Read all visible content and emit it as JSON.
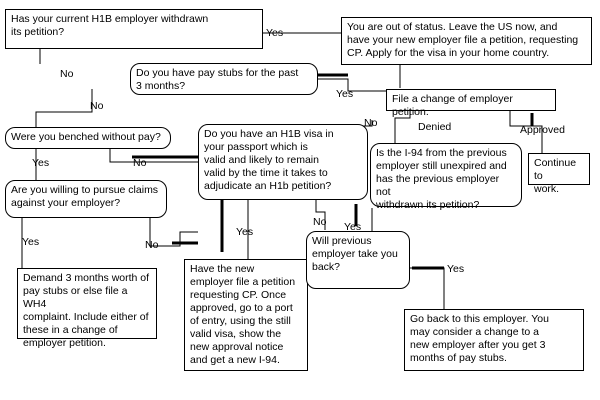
{
  "nodes": {
    "q_withdrawn": "Has your current H1B employer withdrawn\nits petition?",
    "out_of_status": "You are out of status. Leave the US now, and\nhave your new employer file a petition, requesting\nCP. Apply for the visa in your home country.",
    "q_pay_stubs": "Do you have pay stubs for the past\n3 months?",
    "file_change": "File a change of employer petition.",
    "q_benched": "Were you benched without pay?",
    "q_h1b_visa": "Do you have an H1B visa in\nyour passport which is\nvalid and likely to remain\nvalid by the time it takes to\nadjudicate an H1b petition?",
    "q_i94": "Is the I-94 from the previous\nemployer still unexpired and\nhas the previous employer not\nwithdrawn its petition?",
    "continue_work": "Continue to\nwork.",
    "q_claims": "Are you willing to pursue claims\nagainst your employer?",
    "demand_stubs": "Demand 3 months worth of\npay stubs or else file a WH4\ncomplaint. Include either of\nthese in a change of\nemployer petition.",
    "new_employer_cp": "Have the new\nemployer file a petition\nrequesting CP. Once\napproved, go to a port\nof entry, using the still\nvalid visa, show the\nnew approval notice\nand get a new I-94.",
    "q_take_back": "Will previous\nemployer take you\nback?",
    "go_back": "Go back to this employer. You\nmay consider a change to a\nnew employer after you get 3\nmonths of pay stubs."
  },
  "labels": {
    "withdrawn_yes": "Yes",
    "withdrawn_no": "No",
    "paystubs_yes": "Yes",
    "paystubs_no": "No",
    "file_change_denied": "Denied",
    "file_change_approved": "Approved",
    "benched_yes": "Yes",
    "benched_no": "No",
    "i94_no": "No",
    "i94_yes": "Yes",
    "claims_yes": "Yes",
    "claims_no": "No",
    "h1b_yes": "Yes",
    "h1b_no": "No",
    "take_back_yes": "Yes"
  }
}
